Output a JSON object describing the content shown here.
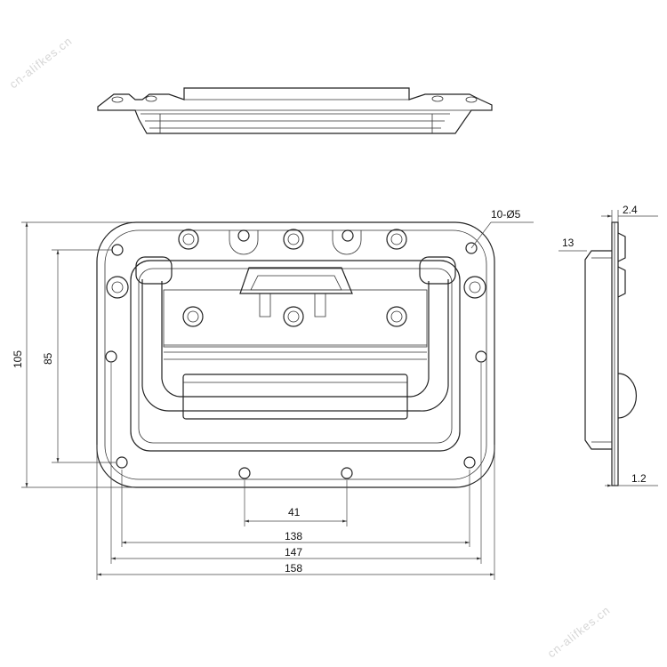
{
  "watermark": "cn-alifkes.cn",
  "dimensions": {
    "width_outer": "158",
    "width_mid": "147",
    "width_inner": "138",
    "hole_pitch": "41",
    "height_outer": "105",
    "height_inner": "85",
    "holes": "10-Ø5",
    "side_top_thk": "2.4",
    "side_depth": "13",
    "side_plate_thk": "1.2"
  }
}
